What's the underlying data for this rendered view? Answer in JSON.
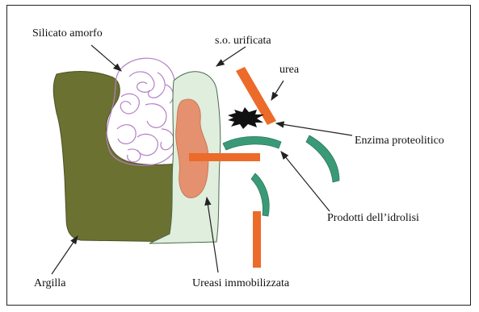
{
  "labels": {
    "silicato": "Silicato amorfo",
    "so_urificata": "s.o. urificata",
    "urea": "urea",
    "enzima": "Enzima proteolitico",
    "prodotti": "Prodotti dell’idrolisi",
    "argilla": "Argilla",
    "ureasi": "Ureasi immobilizzata"
  },
  "colors": {
    "clay": "#6b7131",
    "silicate_outline": "#b47fc5",
    "organic_fill": "#dfeedd",
    "organic_outline": "#4b6b4b",
    "enzyme_core": "#e5906e",
    "urea_bar": "#ec6a2a",
    "product_fragment": "#3a9a78",
    "protease": "#111111"
  }
}
